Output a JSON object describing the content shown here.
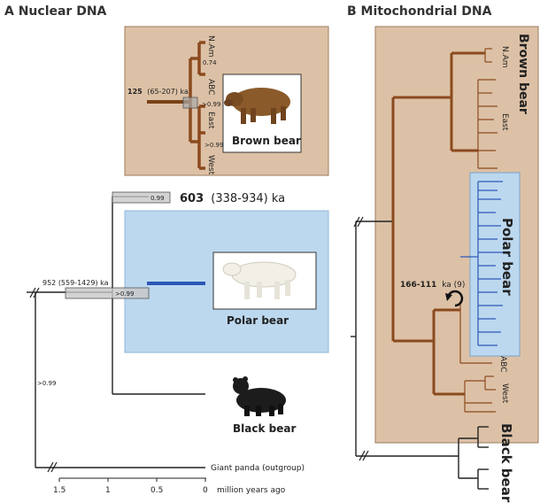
{
  "panel_a": {
    "title": "A Nuclear DNA",
    "clades": {
      "n_am": "N.Am",
      "abc": "ABC",
      "east": "East",
      "west": "West"
    },
    "supports": {
      "n_am": "0.74",
      "abc": ">0.99",
      "east": ">0.99",
      "split": "0.99",
      "root": ">0.99",
      "outer": ">0.99"
    },
    "nodes": {
      "brown_age_bold": "125",
      "brown_age_rest": "(65-207) ka",
      "split_age_bold": "603",
      "split_age_rest": "(338-934) ka",
      "root_age": "952 (559-1429) ka"
    },
    "species": {
      "brown": "Brown bear",
      "polar": "Polar bear",
      "black": "Black bear",
      "panda": "Giant panda (outgroup)"
    },
    "axis": {
      "ticks": [
        "1.5",
        "1",
        "0.5",
        "0"
      ],
      "label": "million years ago"
    }
  },
  "panel_b": {
    "title": "B Mitochondrial DNA",
    "clades": {
      "n_am": "N.Am",
      "east": "East",
      "abc": "ABC",
      "west": "West"
    },
    "species": {
      "brown": "Brown bear",
      "polar": "Polar bear",
      "black": "Black bear"
    },
    "event_bold": "166-111",
    "event_rest": "ka (9)"
  },
  "colors": {
    "brown_box": "#dcc1a6",
    "polar_box": "#bcd8ef",
    "brown_branch": "#8b4a1e",
    "polar_branch": "#2c57b8",
    "black_branch": "#222222"
  }
}
